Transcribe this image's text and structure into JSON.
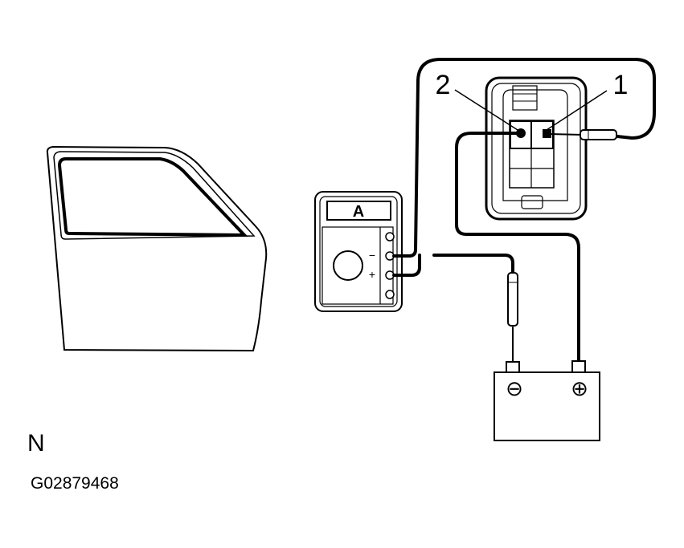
{
  "callouts": {
    "one": "1",
    "two": "2"
  },
  "ammeter": {
    "label": "A",
    "minus": "−",
    "plus": "+"
  },
  "battery": {
    "negative": "⊖",
    "positive": "⊕"
  },
  "footer": {
    "letter": "N",
    "code": "G02879468"
  }
}
